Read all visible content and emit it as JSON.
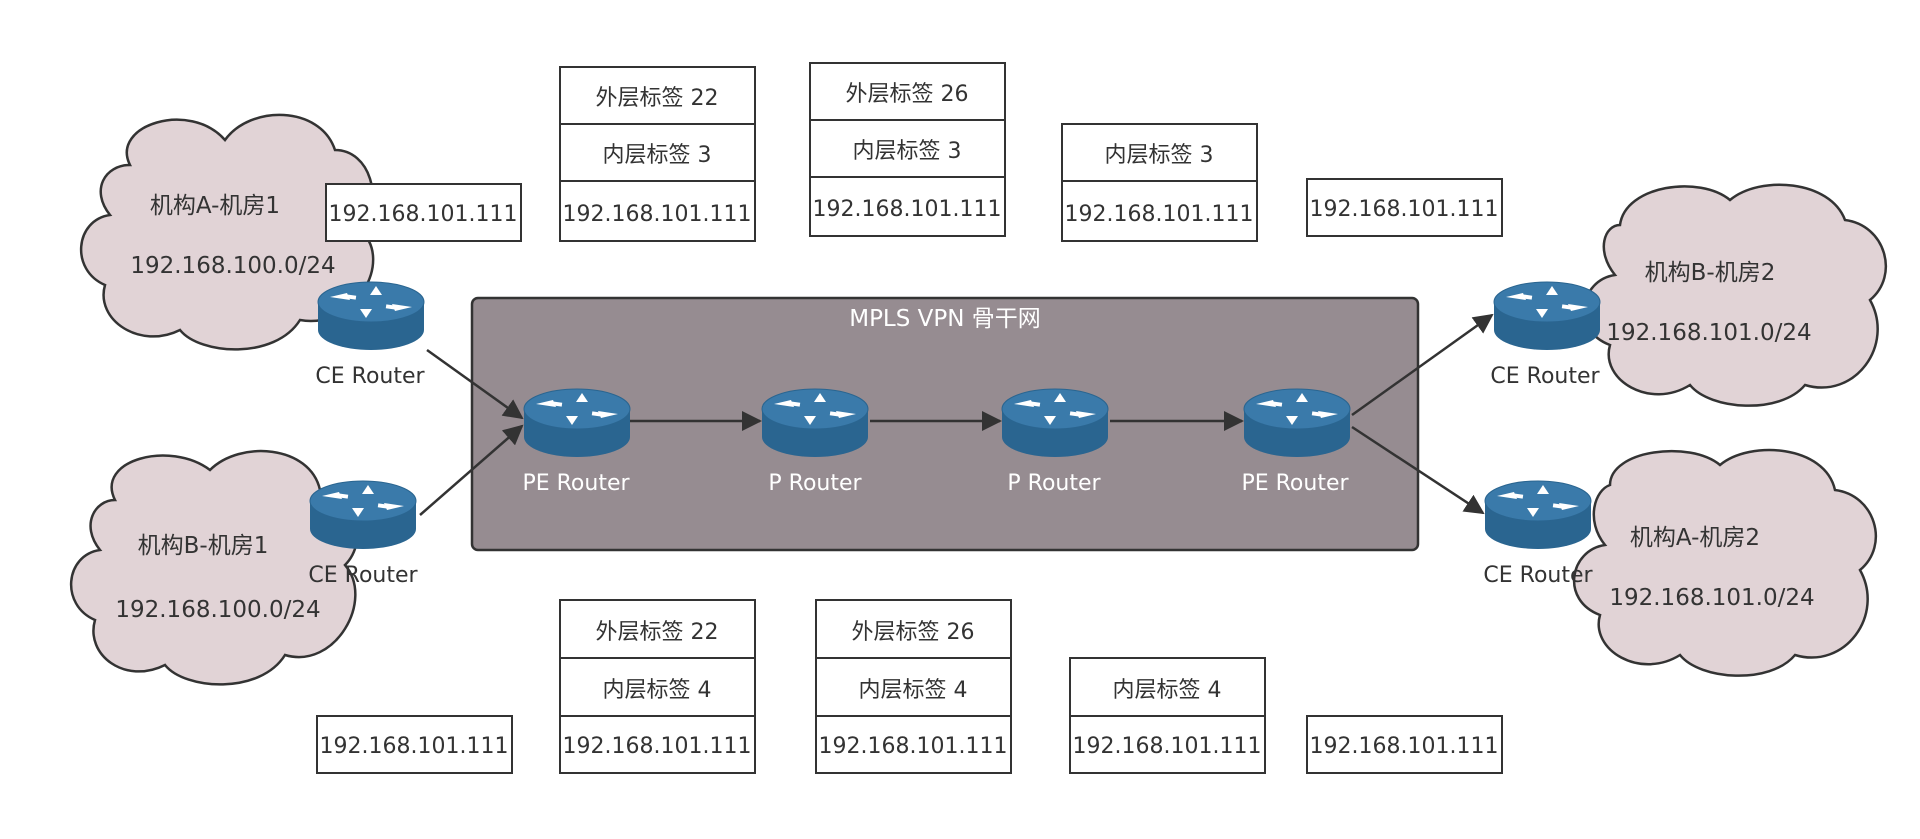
{
  "backbone": {
    "title": "MPLS VPN 骨干网"
  },
  "sites": {
    "a1": {
      "name": "机构A-机房1",
      "subnet": "192.168.100.0/24"
    },
    "b1": {
      "name": "机构B-机房1",
      "subnet": "192.168.100.0/24"
    },
    "b2": {
      "name": "机构B-机房2",
      "subnet": "192.168.101.0/24"
    },
    "a2": {
      "name": "机构A-机房2",
      "subnet": "192.168.101.0/24"
    }
  },
  "routers": {
    "ce_a1": "CE Router",
    "ce_b1": "CE Router",
    "pe_left": "PE Router",
    "p1": "P Router",
    "p2": "P Router",
    "pe_right": "PE Router",
    "ce_b2": "CE Router",
    "ce_a2": "CE Router"
  },
  "top_packets": [
    [
      "192.168.101.111"
    ],
    [
      "外层标签 22",
      "内层标签 3",
      "192.168.101.111"
    ],
    [
      "外层标签 26",
      "内层标签 3",
      "192.168.101.111"
    ],
    [
      "内层标签 3",
      "192.168.101.111"
    ],
    [
      "192.168.101.111"
    ]
  ],
  "bottom_packets": [
    [
      "192.168.101.111"
    ],
    [
      "外层标签 22",
      "内层标签 4",
      "192.168.101.111"
    ],
    [
      "外层标签 26",
      "内层标签 4",
      "192.168.101.111"
    ],
    [
      "内层标签 4",
      "192.168.101.111"
    ],
    [
      "192.168.101.111"
    ]
  ],
  "colors": {
    "cloud_fill": "#e1d3d6",
    "backbone_fill": "#968c91",
    "router_body": "#2a6590",
    "router_top": "#3a7aaa",
    "line": "#333333"
  }
}
